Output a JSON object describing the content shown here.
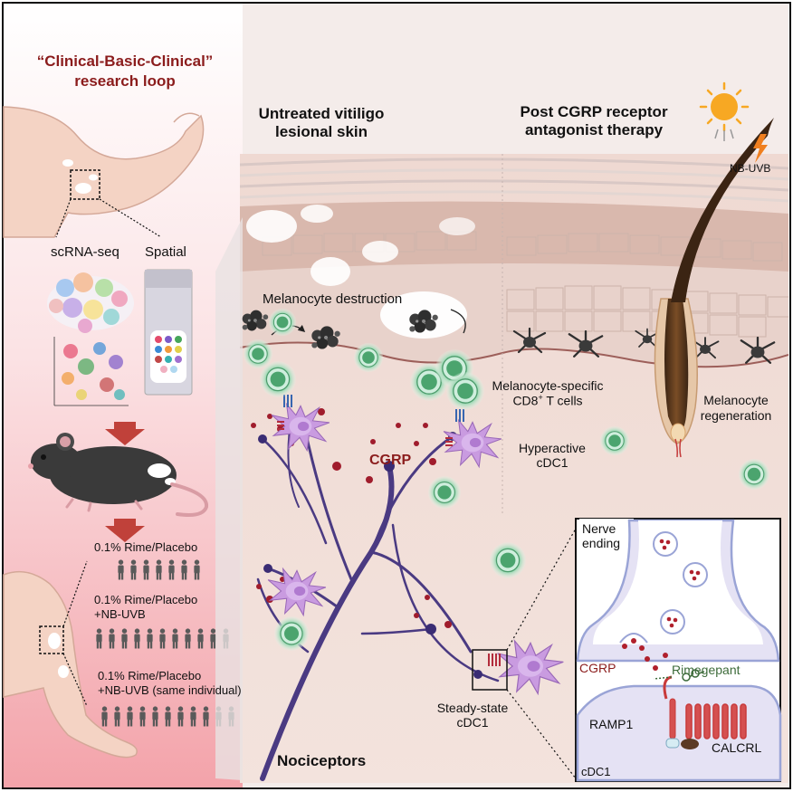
{
  "left_panel": {
    "title_line1": "“Clinical-Basic-Clinical”",
    "title_line2": "research loop",
    "scrna_label": "scRNA-seq",
    "spatial_label": "Spatial",
    "trial1": "0.1% Rime/Placebo",
    "trial2_line1": "0.1% Rime/Placebo",
    "trial2_line2": "+NB-UVB",
    "trial3_line1": "0.1% Rime/Placebo",
    "trial3_line2": "+NB-UVB (same individual)",
    "trial1_people": 7,
    "trial2_people": 11,
    "trial3_people": 11
  },
  "main_panel": {
    "untreated_line1": "Untreated vitiligo",
    "untreated_line2": "lesional skin",
    "post_line1": "Post CGRP receptor",
    "post_line2": "antagonist therapy",
    "nbuvb": "NB-UVB",
    "melanocyte_destruction": "Melanocyte destruction",
    "cd8_line1": "Melanocyte-specific",
    "cd8_line2": "CD8",
    "cd8_sup": "+",
    "cd8_line2_tail": " T cells",
    "regen_line1": "Melanocyte",
    "regen_line2": "regeneration",
    "hyper_line1": "Hyperactive",
    "hyper_line2": "cDC1",
    "cgrp": "CGRP",
    "steady_line1": "Steady-state",
    "steady_line2": "cDC1",
    "nociceptors": "Nociceptors"
  },
  "inset": {
    "nerve_line1": "Nerve",
    "nerve_line2": "ending",
    "cgrp": "CGRP",
    "rimegepant": "Rimegepant",
    "ramp1": "RAMP1",
    "calcrl": "CALCRL",
    "cdc1": "cDC1"
  },
  "colors": {
    "cgrp_red": "#8b1c1c",
    "rimegepant_green": "#3d6b3a",
    "nerve_purple": "#4a3a82",
    "tcell_green": "#5aaf7d",
    "dc_lilac": "#c99be0",
    "melanocyte_dark": "#333333"
  }
}
